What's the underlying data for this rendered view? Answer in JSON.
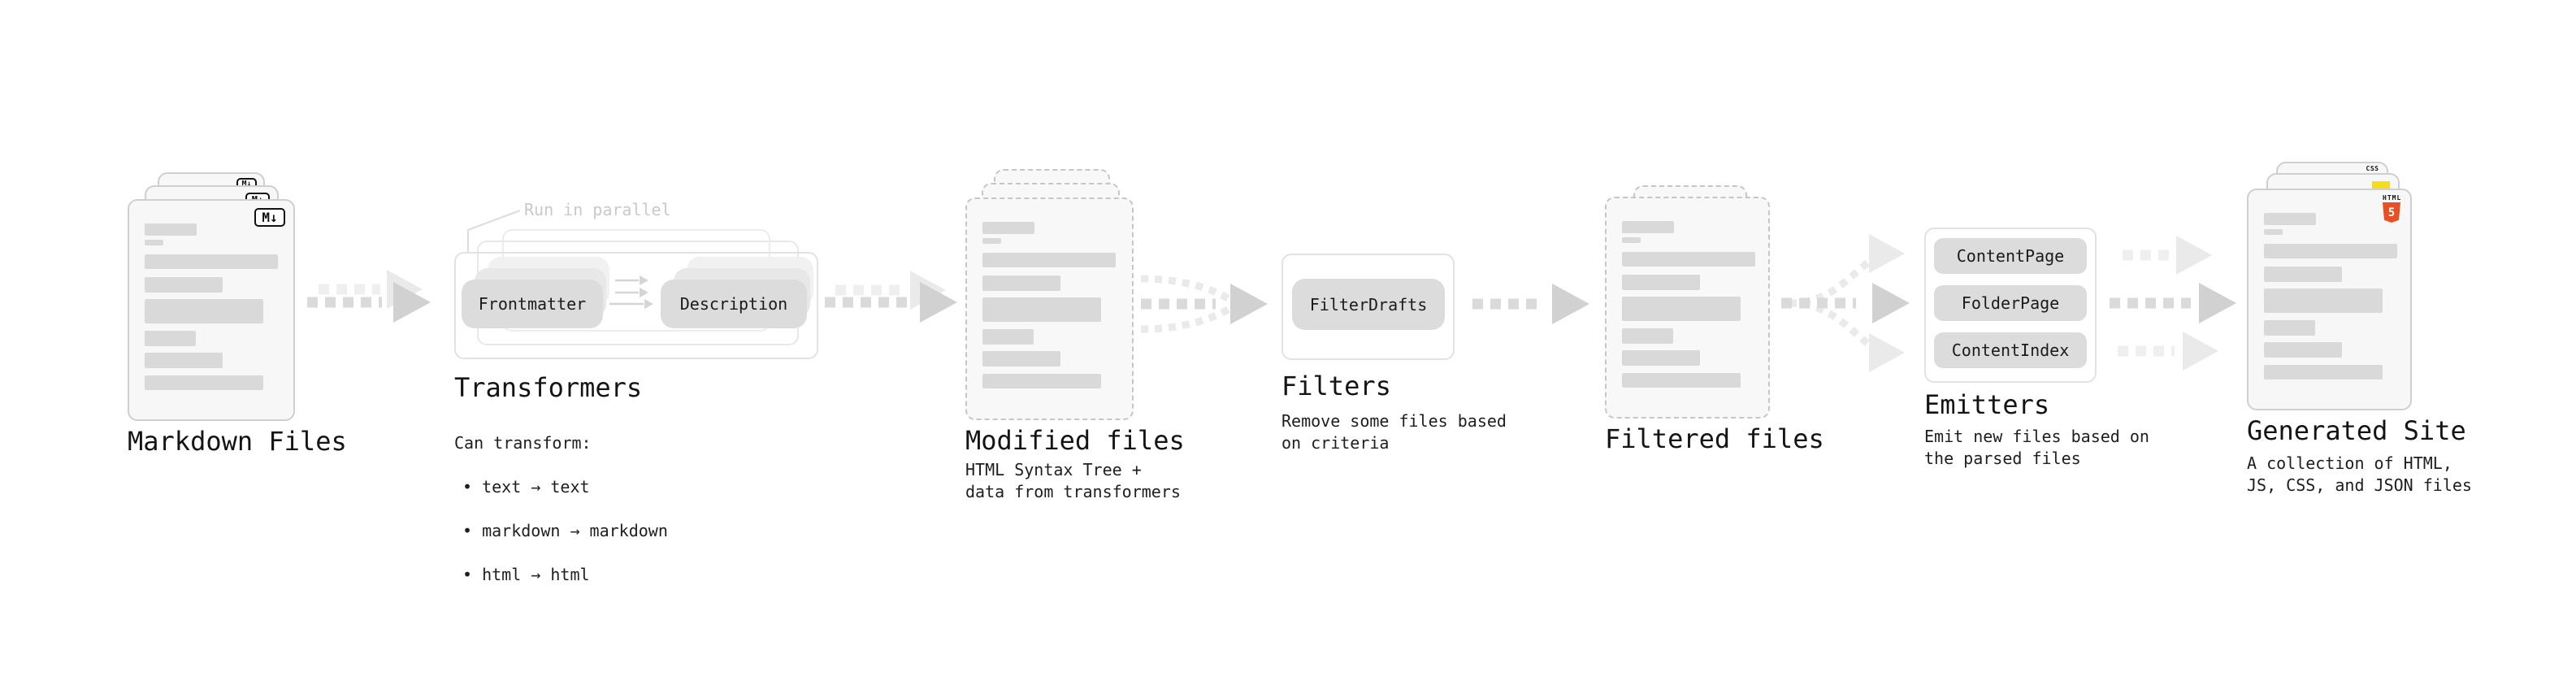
{
  "canvas": {
    "background": "#ffffff"
  },
  "badges": {
    "markdown": "M↓",
    "html_label": "HTML",
    "html_number": "5",
    "css_label": "CSS"
  },
  "colors": {
    "html5_orange": "#e84f25",
    "js_yellow": "#f5de19",
    "css_blue": "#2965f1",
    "placeholder_gray": "#d9d9d9",
    "doc_background": "#f7f7f7",
    "pill_gray": "#dcdcdc"
  },
  "stages": {
    "markdown": {
      "title": "Markdown Files"
    },
    "transformers": {
      "title": "Transformers",
      "note": "Run in parallel",
      "pill_frontmatter": "Frontmatter",
      "pill_description": "Description",
      "desc_heading": "Can transform:",
      "bullets": [
        "• text → text",
        "• markdown → markdown",
        "• html → html"
      ]
    },
    "modified": {
      "title": "Modified files",
      "desc": "HTML Syntax Tree +\ndata from transformers"
    },
    "filters": {
      "title": "Filters",
      "pill": "FilterDrafts",
      "desc": "Remove some files based\non criteria"
    },
    "filtered": {
      "title": "Filtered files"
    },
    "emitters": {
      "title": "Emitters",
      "pills": [
        "ContentPage",
        "FolderPage",
        "ContentIndex"
      ],
      "desc": "Emit new files based on\nthe parsed files"
    },
    "generated": {
      "title": "Generated Site",
      "desc": "A collection of HTML,\nJS, CSS, and JSON files"
    }
  }
}
